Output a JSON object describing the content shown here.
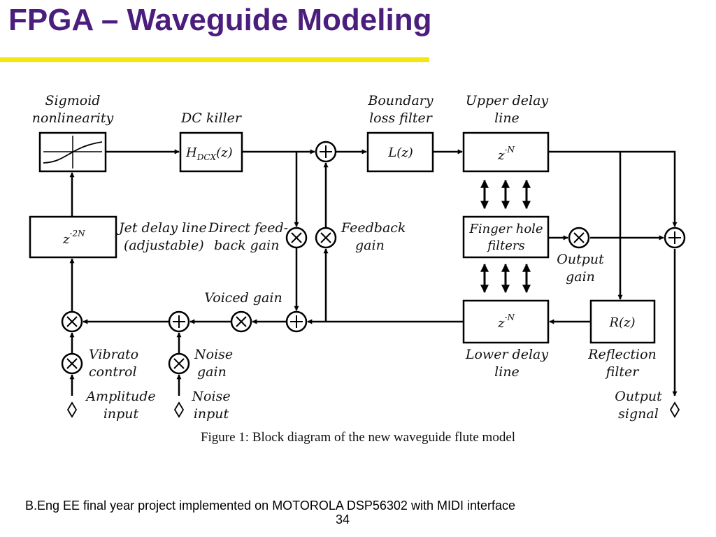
{
  "slide": {
    "title": "FPGA – Waveguide Modeling",
    "footer": "B.Eng EE final year project implemented on MOTOROLA DSP56302 with MIDI interface",
    "page_number": "34"
  },
  "diagram": {
    "caption": "Figure 1: Block diagram of the new waveguide flute model",
    "blocks": {
      "sigmoid": {
        "label1": "Sigmoid",
        "label2": "nonlinearity"
      },
      "dc_killer": {
        "label": "DC killer",
        "text": "H",
        "sub": "DCX",
        "text2": "(z)"
      },
      "boundary": {
        "label1": "Boundary",
        "label2": "loss filter",
        "text": "L(z)"
      },
      "upper_delay": {
        "label1": "Upper delay",
        "label2": "line",
        "text": "z",
        "sup": "-N"
      },
      "jet_delay": {
        "label1": "Jet delay line",
        "label2": "(adjustable)",
        "text": "z",
        "sup": "-2N"
      },
      "finger_hole": {
        "line1": "Finger hole",
        "line2": "filters"
      },
      "lower_delay": {
        "label1": "Lower delay",
        "label2": "line",
        "text": "z",
        "sup": "-N"
      },
      "reflection": {
        "label1": "Reflection",
        "label2": "filter",
        "text": "R(z)"
      }
    },
    "labels": {
      "direct_feedback": {
        "line1": "Direct feed-",
        "line2": "back gain"
      },
      "feedback": {
        "line1": "Feedback",
        "line2": "gain"
      },
      "output_gain": {
        "line1": "Output",
        "line2": "gain"
      },
      "voiced_gain": "Voiced gain",
      "vibrato": {
        "line1": "Vibrato",
        "line2": "control"
      },
      "noise_gain": {
        "line1": "Noise",
        "line2": "gain"
      },
      "amplitude_input": {
        "line1": "Amplitude",
        "line2": "input"
      },
      "noise_input": {
        "line1": "Noise",
        "line2": "input"
      },
      "output_signal": {
        "line1": "Output",
        "line2": "signal"
      }
    },
    "symbols": {
      "adder": "+",
      "multiplier": "×",
      "port": "◊"
    }
  }
}
